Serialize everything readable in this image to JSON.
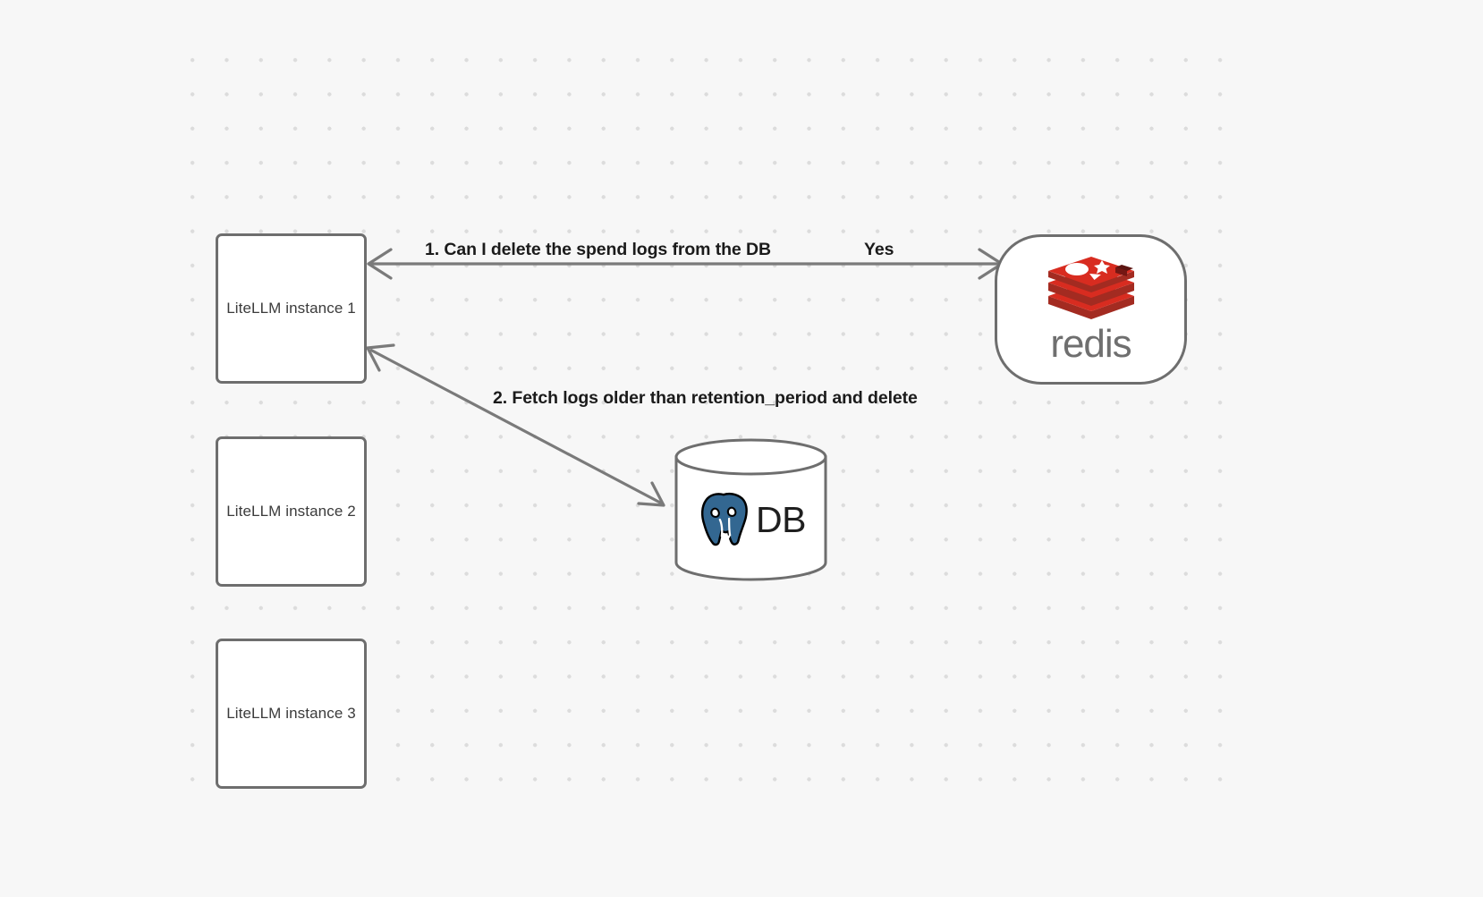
{
  "canvas": {
    "background_color": "#f7f7f7",
    "grid": "dot-grid",
    "grid_dot_color": "#dcdcdc"
  },
  "nodes": [
    {
      "id": "litellm-1",
      "label": "LiteLLM instance 1",
      "shape": "rounded-rect",
      "fill": "#ffffff",
      "stroke": "#6e6e6e"
    },
    {
      "id": "litellm-2",
      "label": "LiteLLM instance 2",
      "shape": "rounded-rect",
      "fill": "#ffffff",
      "stroke": "#6e6e6e"
    },
    {
      "id": "litellm-3",
      "label": "LiteLLM instance 3",
      "shape": "rounded-rect",
      "fill": "#ffffff",
      "stroke": "#6e6e6e"
    },
    {
      "id": "redis",
      "label": "redis",
      "shape": "stadium",
      "fill": "#ffffff",
      "stroke": "#6e6e6e",
      "logo_color": "#d82c20",
      "wordmark_color": "#6f6f6f"
    },
    {
      "id": "db",
      "label": "DB",
      "shape": "cylinder",
      "fill": "#ffffff",
      "stroke": "#6e6e6e",
      "logo_color": "#336791"
    }
  ],
  "edges": [
    {
      "id": "edge-1",
      "from": "litellm-1",
      "to": "redis",
      "label": "1.  Can I delete the spend logs from the DB",
      "reply_label": "Yes",
      "arrow_start": true,
      "arrow_end": true,
      "stroke": "#7a7a7a"
    },
    {
      "id": "edge-2",
      "from": "litellm-1",
      "to": "db",
      "label": "2.  Fetch logs older than retention_period and delete",
      "arrow_start": true,
      "arrow_end": true,
      "stroke": "#7a7a7a"
    }
  ],
  "labels": {
    "step_1": "1.  Can I delete the spend logs from the DB",
    "yes": "Yes",
    "step_2": "2.  Fetch logs older than retention_period and delete",
    "redis_wordmark": "redis",
    "db_text": "DB"
  }
}
